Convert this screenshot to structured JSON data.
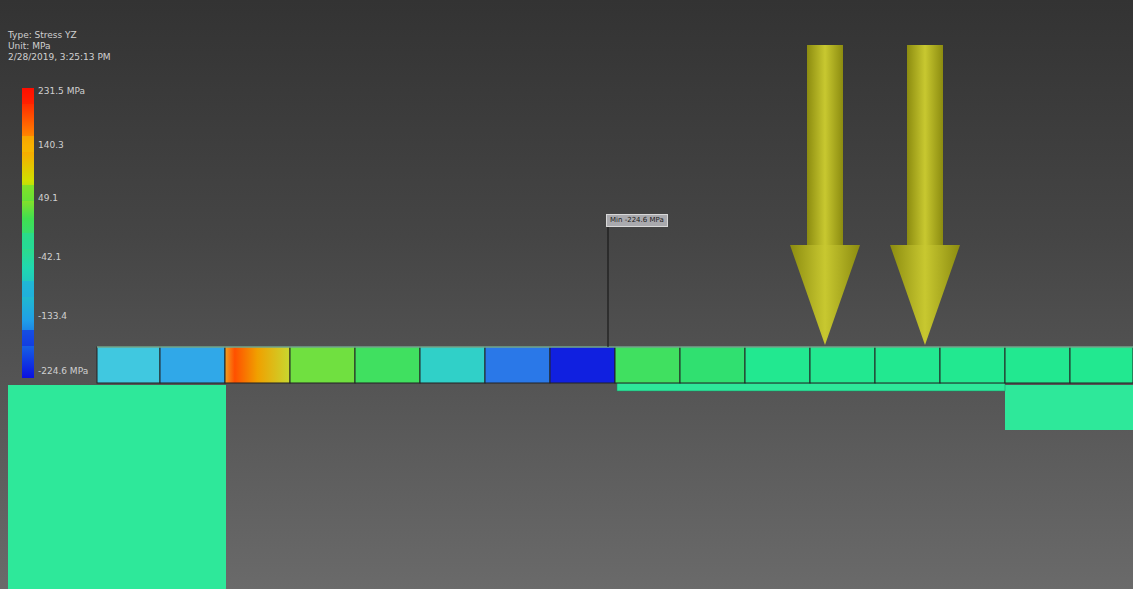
{
  "diagram": {
    "nodes": [
      {
        "text": [
          "Min -224.6 MPa"
        ]
      }
    ],
    "labels": [
      "Type: Stress YZ",
      "Unit: MPa",
      "2/28/2019, 3:25:13 PM"
    ],
    "legend": [
      {
        "text": "231.5 MPa",
        "color": "#ff1a00"
      },
      {
        "text": "140.3",
        "color": "#f0c000"
      },
      {
        "text": "49.1",
        "color": "#50e040"
      },
      {
        "text": "-42.1",
        "color": "#20d8a0"
      },
      {
        "text": "-133.4",
        "color": "#20a8e8"
      },
      {
        "text": "-224.6 MPa",
        "color": "#1020e0"
      }
    ]
  }
}
